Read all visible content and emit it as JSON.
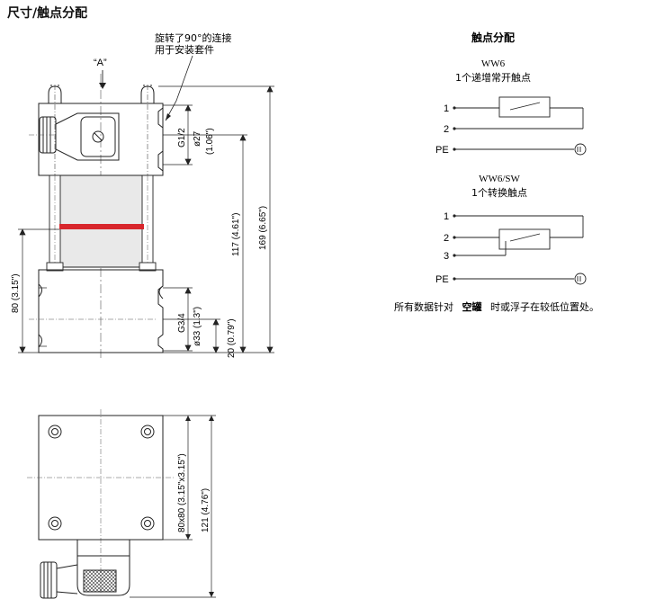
{
  "page": {
    "title": "尺寸/触点分配"
  },
  "drawing": {
    "callout_line1": "旋转了90°的连接",
    "callout_line2": "用于安装套件",
    "view_label": "“A”",
    "dim_g12": "G1/2",
    "dim_d27": "ø27",
    "dim_106": "(1.06\")",
    "dim_117": "117 (4.61\")",
    "dim_169": "169 (6.65\")",
    "dim_80": "80 (3.15\")",
    "dim_g34": "G3/4",
    "dim_d33": "ø33 (1.3\")",
    "dim_20": "20 (0.79\")",
    "dim_80x80": "80x80 (3.15\"x3.15\")",
    "dim_121": "121 (4.76\")"
  },
  "contacts": {
    "title": "触点分配",
    "ww6": {
      "code": "WW6",
      "desc": "1个递增常开触点",
      "pin1": "1",
      "pin2": "2",
      "pe": "PE"
    },
    "ww6sw": {
      "code": "WW6/SW",
      "desc": "1个转换触点",
      "pin1": "1",
      "pin2": "2",
      "pin3": "3",
      "pe": "PE"
    },
    "note_prefix": "所有数据针对",
    "note_bold": "空罐",
    "note_suffix": "时或浮子在较低位置处。"
  },
  "colors": {
    "float_band": "#d8262c",
    "line": "#222222",
    "tube_fill": "#e9e9e9"
  }
}
